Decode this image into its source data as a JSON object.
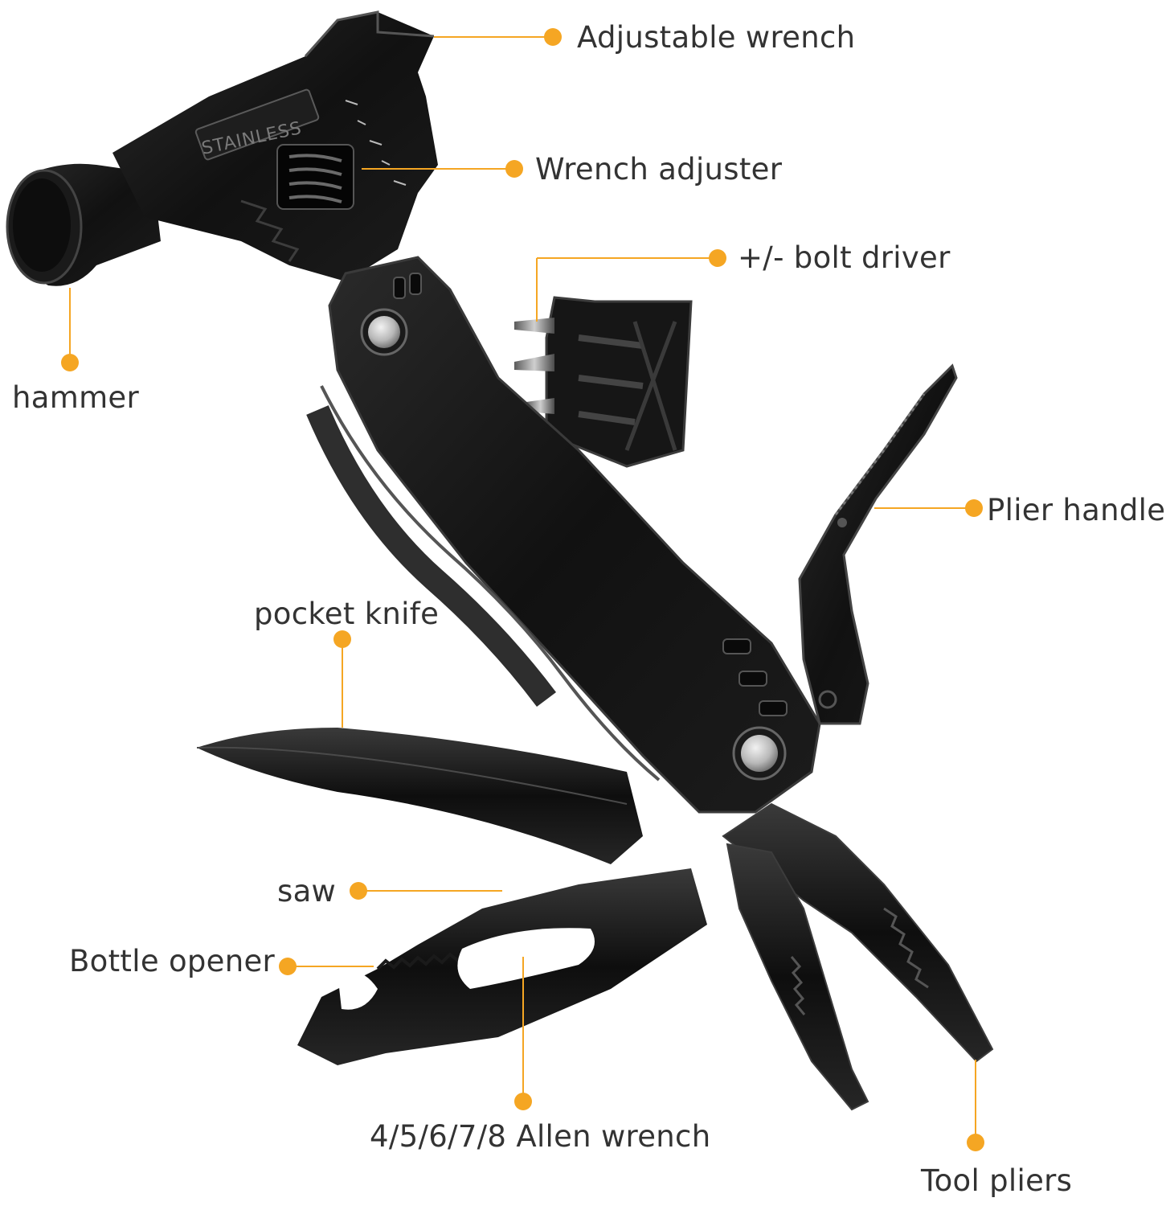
{
  "colors": {
    "accent": "#F5A623",
    "tool_body": "#141414",
    "tool_edge": "#3a3a3a",
    "background": "#ffffff",
    "text": "#333333"
  },
  "tool": {
    "engraving": "STAINLESS"
  },
  "labels": {
    "adjustable_wrench": "Adjustable wrench",
    "wrench_adjuster": "Wrench adjuster",
    "bolt_driver": "+/- bolt driver",
    "hammer": "hammer",
    "plier_handle": "Plier handle",
    "pocket_knife": "pocket knife",
    "saw": "saw",
    "bottle_opener": "Bottle opener",
    "allen_wrench": "4/5/6/7/8 Allen wrench",
    "tool_pliers": "Tool pliers"
  }
}
